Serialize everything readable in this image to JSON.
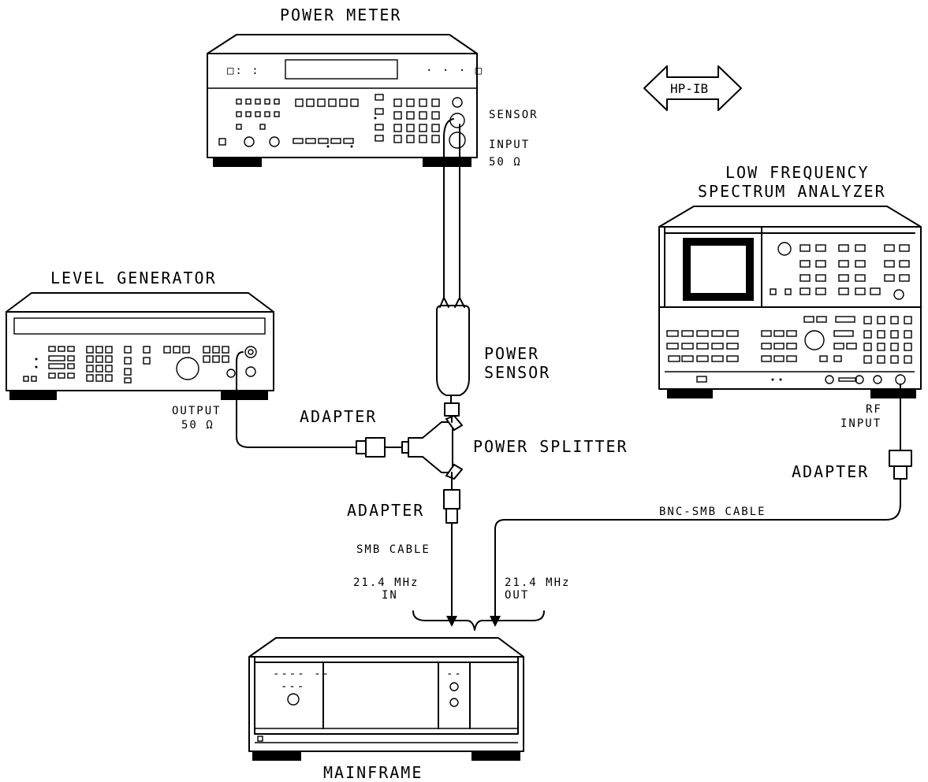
{
  "labels": {
    "power_meter": "POWER METER",
    "sensor": "SENSOR",
    "input": "INPUT",
    "input_imp": "50 Ω",
    "hpib": "HP-IB",
    "lfsa_line1": "LOW FREQUENCY",
    "lfsa_line2": "SPECTRUM ANALYZER",
    "level_generator": "LEVEL GENERATOR",
    "power_sensor_line1": "POWER",
    "power_sensor_line2": "SENSOR",
    "output": "OUTPUT",
    "output_imp": "50 Ω",
    "adapter_left": "ADAPTER",
    "power_splitter": "POWER SPLITTER",
    "adapter_bottom": "ADAPTER",
    "adapter_right": "ADAPTER",
    "rf": "RF",
    "rf_input": "INPUT",
    "bnc_smb_cable": "BNC-SMB CABLE",
    "smb_cable": "SMB CABLE",
    "in_freq": "21.4 MHz",
    "in_label": "IN",
    "out_freq": "21.4 MHz",
    "out_label": "OUT",
    "mainframe": "MAINFRAME"
  },
  "mainframe_panel": {
    "left_dashes_top": "---- --",
    "left_dashes_mid": "---",
    "right_dashes": "--"
  },
  "icons": [
    "power-meter",
    "level-generator",
    "spectrum-analyzer",
    "power-sensor",
    "power-splitter",
    "adapter",
    "mainframe",
    "hpib-double-arrow"
  ]
}
